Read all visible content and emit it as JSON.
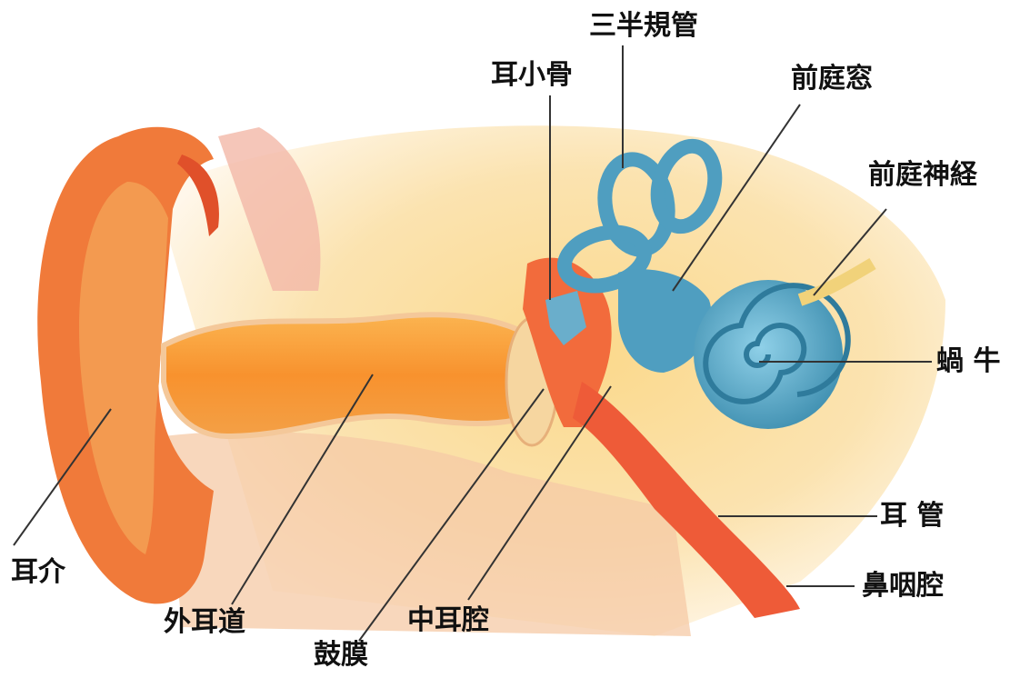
{
  "diagram": {
    "labels": {
      "semicircular_canals": "三半規管",
      "ossicles": "耳小骨",
      "vestibular_window": "前庭窓",
      "vestibular_nerve": "前庭神経",
      "cochlea": "蝸 牛",
      "eustachian_tube": "耳 管",
      "nasopharynx": "鼻咽腔",
      "auricle": "耳介",
      "external_auditory_canal": "外耳道",
      "middle_ear_cavity": "中耳腔",
      "eardrum": "鼓膜"
    },
    "colors": {
      "auricle": "#f07a3a",
      "auricle_dark": "#e0502a",
      "canal": "#f7a24a",
      "tissue": "#f9d18a",
      "skin_pink": "#f2b8a8",
      "inner_ear": "#5aa9c7",
      "inner_ear_dark": "#3f8fb0",
      "eustachian": "#e85a3a",
      "leader_line": "#333333"
    }
  }
}
